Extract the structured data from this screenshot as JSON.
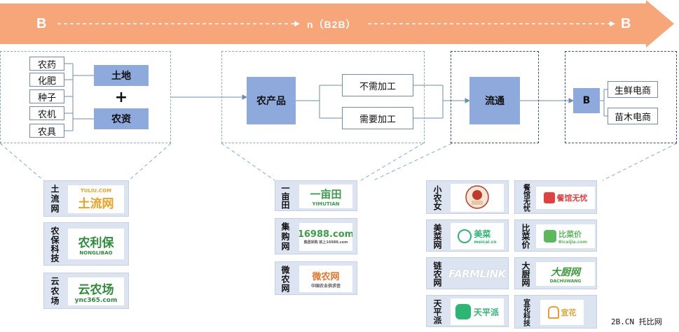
{
  "band": {
    "left": "B",
    "middle": "n（B2B）",
    "right": "B",
    "color": "#f6a679"
  },
  "inputs": [
    "农药",
    "化肥",
    "种子",
    "农机",
    "农具"
  ],
  "land": "土地",
  "plus": "+",
  "capital": "农资",
  "produce": "农产品",
  "no_processing": "不需加工",
  "needs_processing": "需要加工",
  "circulation": "流通",
  "buyer": "B",
  "ecom": [
    "生鲜电商",
    "苗木电商"
  ],
  "platforms": {
    "col1": [
      {
        "name": "土流网",
        "logo": "土流网",
        "logo_sub": "TULIU.COM",
        "color": "#f0a020"
      },
      {
        "name": "农保科技",
        "logo": "农利保",
        "logo_sub": "NONGLIBAO",
        "color": "#2e8b3a"
      },
      {
        "name": "云农场",
        "logo": "云农场",
        "logo_sub": "ync365.com",
        "color": "#2e8b3a"
      }
    ],
    "col2": [
      {
        "name": "一亩田",
        "logo": "一亩田",
        "logo_sub": "YIMUTIAN",
        "color": "#3aa048"
      },
      {
        "name": "集购网",
        "logo": "16988.com",
        "logo_sub": "集团采购 就上16988.com",
        "color": "#3aa048"
      },
      {
        "name": "微农网",
        "logo": "微农网",
        "logo_sub": "中国农业供求信",
        "color": "#e8742a"
      }
    ],
    "col3": [
      {
        "name": "小农女",
        "logo": "小农女",
        "logo_sub": "",
        "color": "#c0392b"
      },
      {
        "name": "美菜网",
        "logo": "美菜",
        "logo_sub": "meicai.cn",
        "color": "#2bb673"
      },
      {
        "name": "链农网",
        "logo": "FARMLINK",
        "logo_sub": "",
        "color": "#ffffff"
      },
      {
        "name": "天平派",
        "logo": "天平派",
        "logo_sub": "",
        "color": "#2bb673"
      }
    ],
    "col4": [
      {
        "name": "餐馆无忧",
        "logo": "餐馆无忧",
        "logo_sub": "",
        "color": "#e04040"
      },
      {
        "name": "比菜价",
        "logo": "比菜价",
        "logo_sub": "Bicaijia.com",
        "color": "#5cb85c"
      },
      {
        "name": "大厨网",
        "logo": "大厨网",
        "logo_sub": "DACHUWANG",
        "color": "#3a9a3a"
      },
      {
        "name": "宜花科技",
        "logo": "宜花",
        "logo_sub": "",
        "color": "#e8a030"
      }
    ]
  },
  "watermark": "2B.CN 托比网"
}
